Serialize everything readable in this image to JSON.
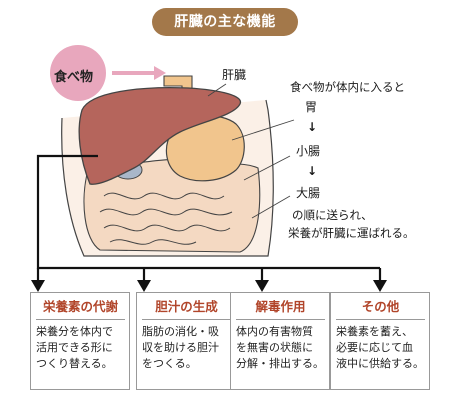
{
  "title": "肝臓の主な機能",
  "food_label": "食べ物",
  "labels": {
    "liver": "肝臓",
    "intro": "食べ物が体内に入ると",
    "stomach": "胃",
    "small_intestine": "小腸",
    "large_intestine": "大腸",
    "arrow_down": "↓",
    "ending_line1": "の順に送られ、",
    "ending_line2": "栄養が肝臓に運ばれる。"
  },
  "functions": [
    {
      "title": "栄養素の代謝",
      "text": "栄養分を体内で\n活用できる形に\nつくり替える。"
    },
    {
      "title": "胆汁の生成",
      "text": "脂肪の消化・吸\n収を助ける胆汁\nをつくる。"
    },
    {
      "title": "解毒作用",
      "text": "体内の有害物質\nを無害の状態に\n分解・排出する。"
    },
    {
      "title": "その他",
      "text": "栄養素を蓄え、\n必要に応じて血\n液中に供給する。"
    }
  ],
  "colors": {
    "title_bg": "#a3784a",
    "food_circle": "#e8a7bd",
    "liver": "#b5655c",
    "stomach": "#f1c58d",
    "intestine": "#f6dcc6",
    "body_outline": "#f9ece2",
    "accent_text": "#b1452a"
  }
}
